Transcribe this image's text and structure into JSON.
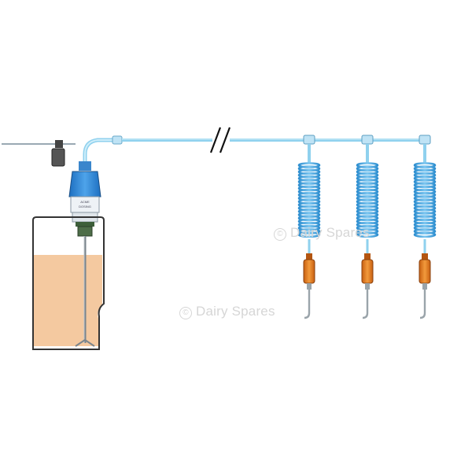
{
  "watermarks": [
    {
      "symbol": "©",
      "text": "Dairy Spares"
    },
    {
      "symbol": "©",
      "text": "Dairy Spares"
    }
  ],
  "pump_label": {
    "top": "ACME",
    "bottom": "DOSING"
  },
  "colors": {
    "tube": "#8fd1ee",
    "pump_head": "#2f88d8",
    "pump_body": "#e9eef3",
    "liquid": "#f4c9a0",
    "coil": "#4ba6dd",
    "spray_handle": "#e0781c",
    "outline": "#333333"
  },
  "icons": [
    "break-mark-icon",
    "coil-hose-icon",
    "spray-gun-icon",
    "pump-icon",
    "container-icon"
  ]
}
